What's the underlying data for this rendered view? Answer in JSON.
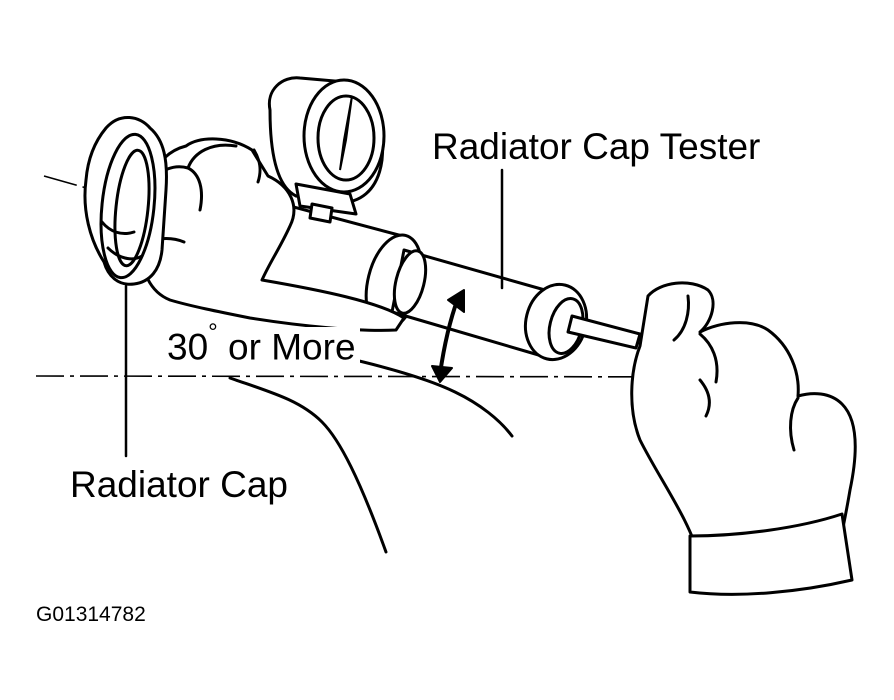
{
  "labels": {
    "tester": "Radiator Cap Tester",
    "angle_value": "30",
    "angle_degree": "°",
    "angle_suffix": " or More",
    "cap": "Radiator Cap",
    "figure_code": "G01314782"
  },
  "colors": {
    "ink": "#000000",
    "paper": "#ffffff"
  },
  "angle_indicator": {
    "icon": "double-headed-arc-arrow"
  }
}
